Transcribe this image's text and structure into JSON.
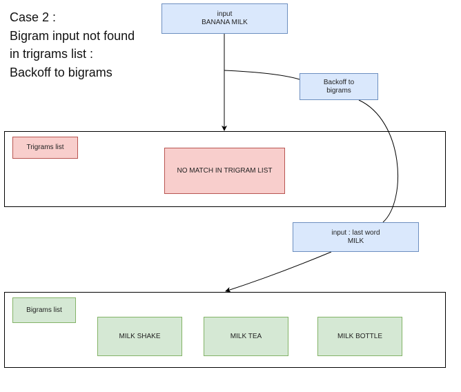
{
  "title": {
    "lines": [
      "Case 2 :",
      "Bigram input not found",
      "in trigrams list :",
      "Backoff to bigrams"
    ]
  },
  "nodes": {
    "input": {
      "line1": "input",
      "line2": "BANANA MILK"
    },
    "backoff": {
      "line1": "Backoff to",
      "line2": "bigrams"
    },
    "last_word": {
      "line1": "input : last word",
      "line2": "MILK"
    },
    "trigrams_label": "Trigrams list",
    "no_match": "NO MATCH IN TRIGRAM LIST",
    "bigrams_label": "Bigrams list",
    "bigram_items": [
      "MILK SHAKE",
      "MILK TEA",
      "MILK BOTTLE"
    ]
  },
  "colors": {
    "blue_fill": "#dae8fc",
    "blue_stroke": "#6c8ebf",
    "red_fill": "#f8cecc",
    "red_stroke": "#b85450",
    "green_fill": "#d5e8d4",
    "green_stroke": "#82b366",
    "line": "#000000"
  }
}
